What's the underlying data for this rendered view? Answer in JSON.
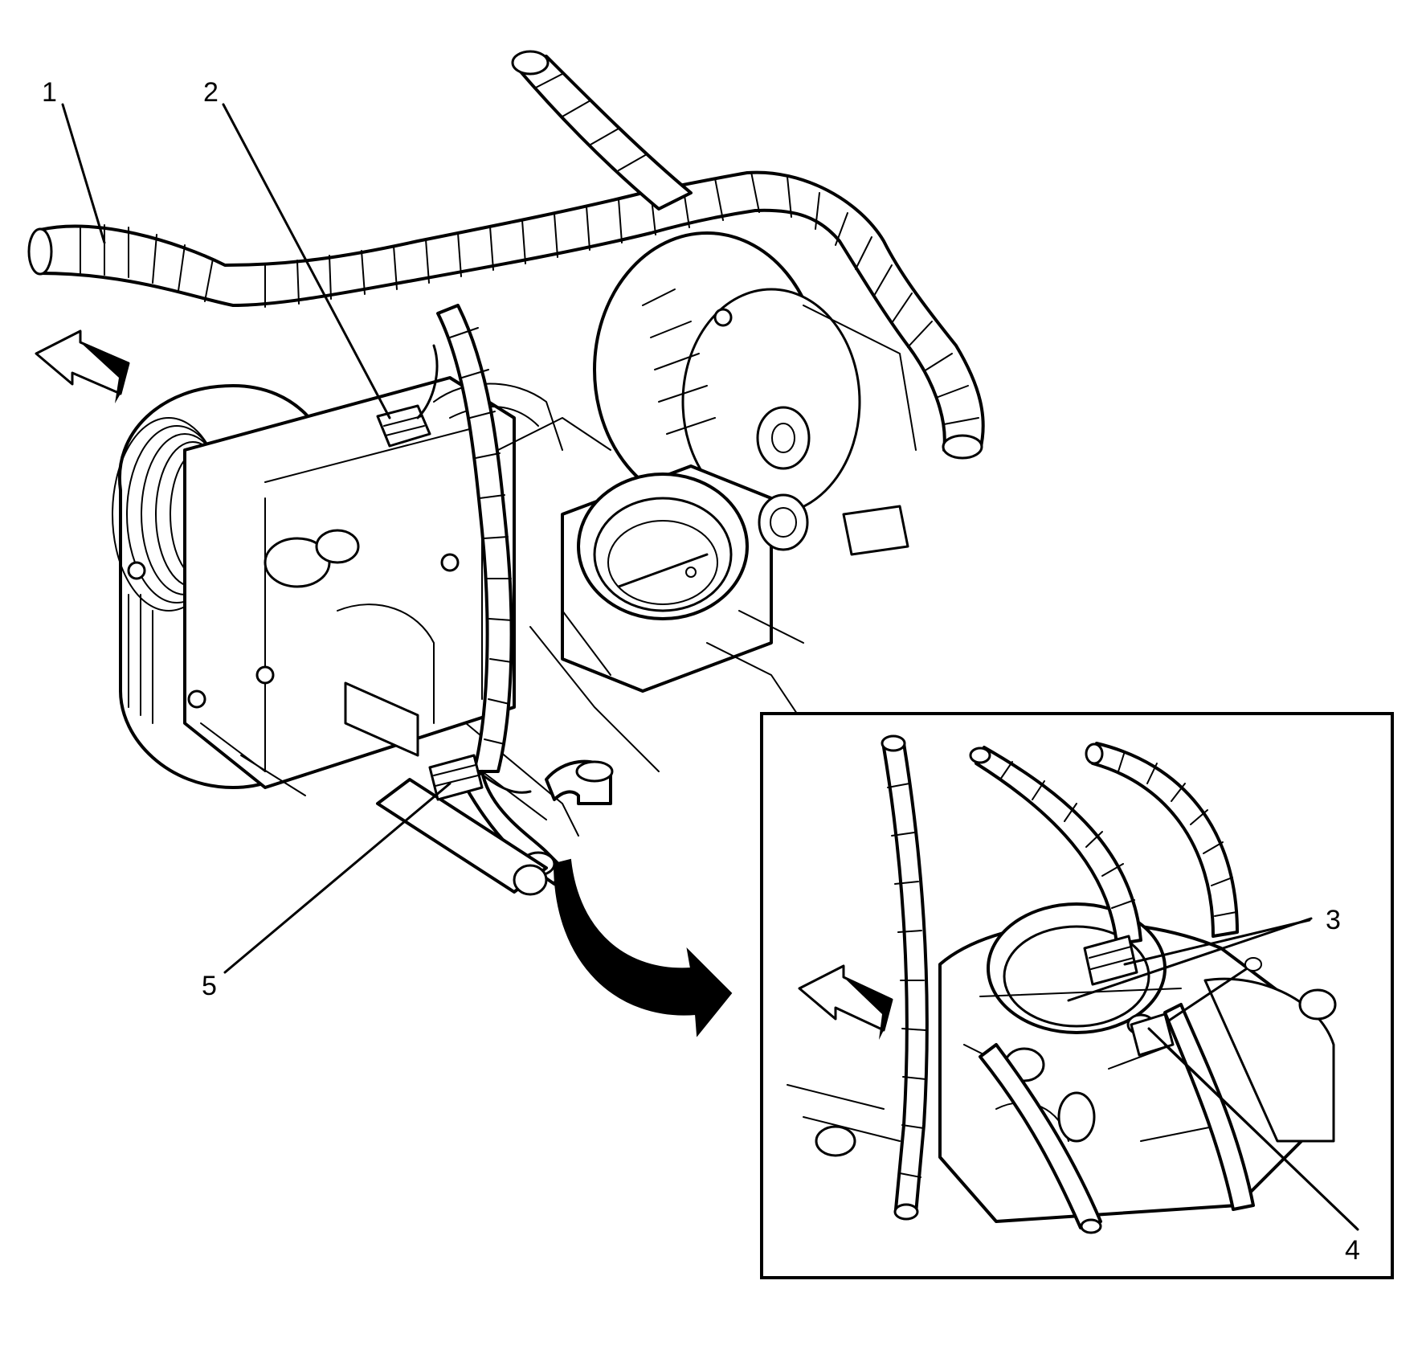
{
  "callouts": [
    {
      "number": "1"
    },
    {
      "number": "2"
    },
    {
      "number": "3"
    },
    {
      "number": "4"
    },
    {
      "number": "5"
    }
  ],
  "icons": {
    "direction_arrow": "forward-arrow-icon",
    "transition_arrow": "curved-arrow-icon"
  },
  "colors": {
    "ink": "#000000",
    "background": "#ffffff"
  }
}
